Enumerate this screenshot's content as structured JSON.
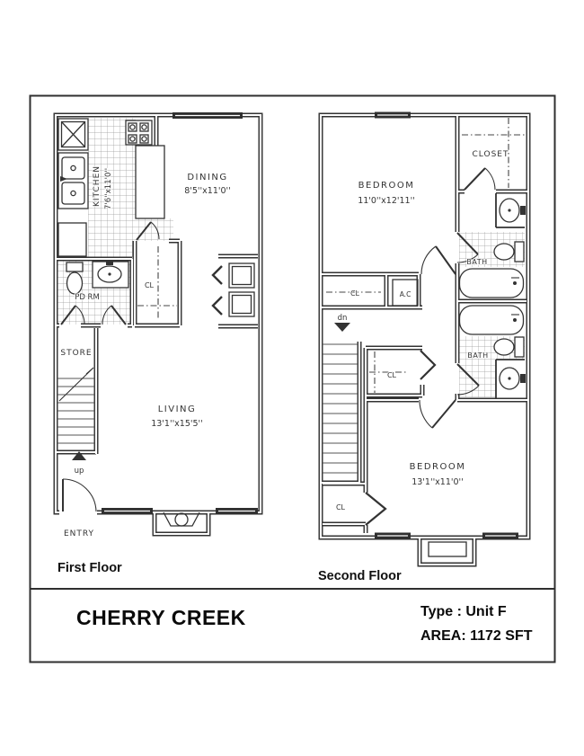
{
  "title_block": {
    "project": "CHERRY CREEK",
    "unit_type": "Type : Unit F",
    "area": "AREA: 1172 SFT"
  },
  "floors": {
    "first": {
      "label": "First Floor",
      "rooms": {
        "kitchen": {
          "name": "KITCHEN",
          "dims": "7'6''x11'0''"
        },
        "dining": {
          "name": "DINING",
          "dims": "8'5''x11'0''"
        },
        "powder_room": {
          "name": "PD RM"
        },
        "closet": {
          "name": "CL"
        },
        "store": {
          "name": "STORE"
        },
        "living": {
          "name": "LIVING",
          "dims": "13'1''x15'5''"
        },
        "entry": {
          "name": "ENTRY"
        },
        "stair_direction": "up"
      }
    },
    "second": {
      "label": "Second Floor",
      "rooms": {
        "bedroom1": {
          "name": "BEDROOM",
          "dims": "11'0''x12'11''"
        },
        "closet": {
          "name": "CLOSET"
        },
        "hall_closet": {
          "name": "CL"
        },
        "ac_unit": {
          "name": "A.C"
        },
        "bath1": {
          "name": "BATH"
        },
        "bath2": {
          "name": "BATH"
        },
        "mid_closet": {
          "name": "CL"
        },
        "bedroom2": {
          "name": "BEDROOM",
          "dims": "13'1''x11'0''"
        },
        "bottom_closet": {
          "name": "CL"
        },
        "stair_direction": "dn"
      }
    }
  },
  "colors": {
    "line": "#333333",
    "tile_grid": "#9a9a9a",
    "background": "#ffffff"
  }
}
